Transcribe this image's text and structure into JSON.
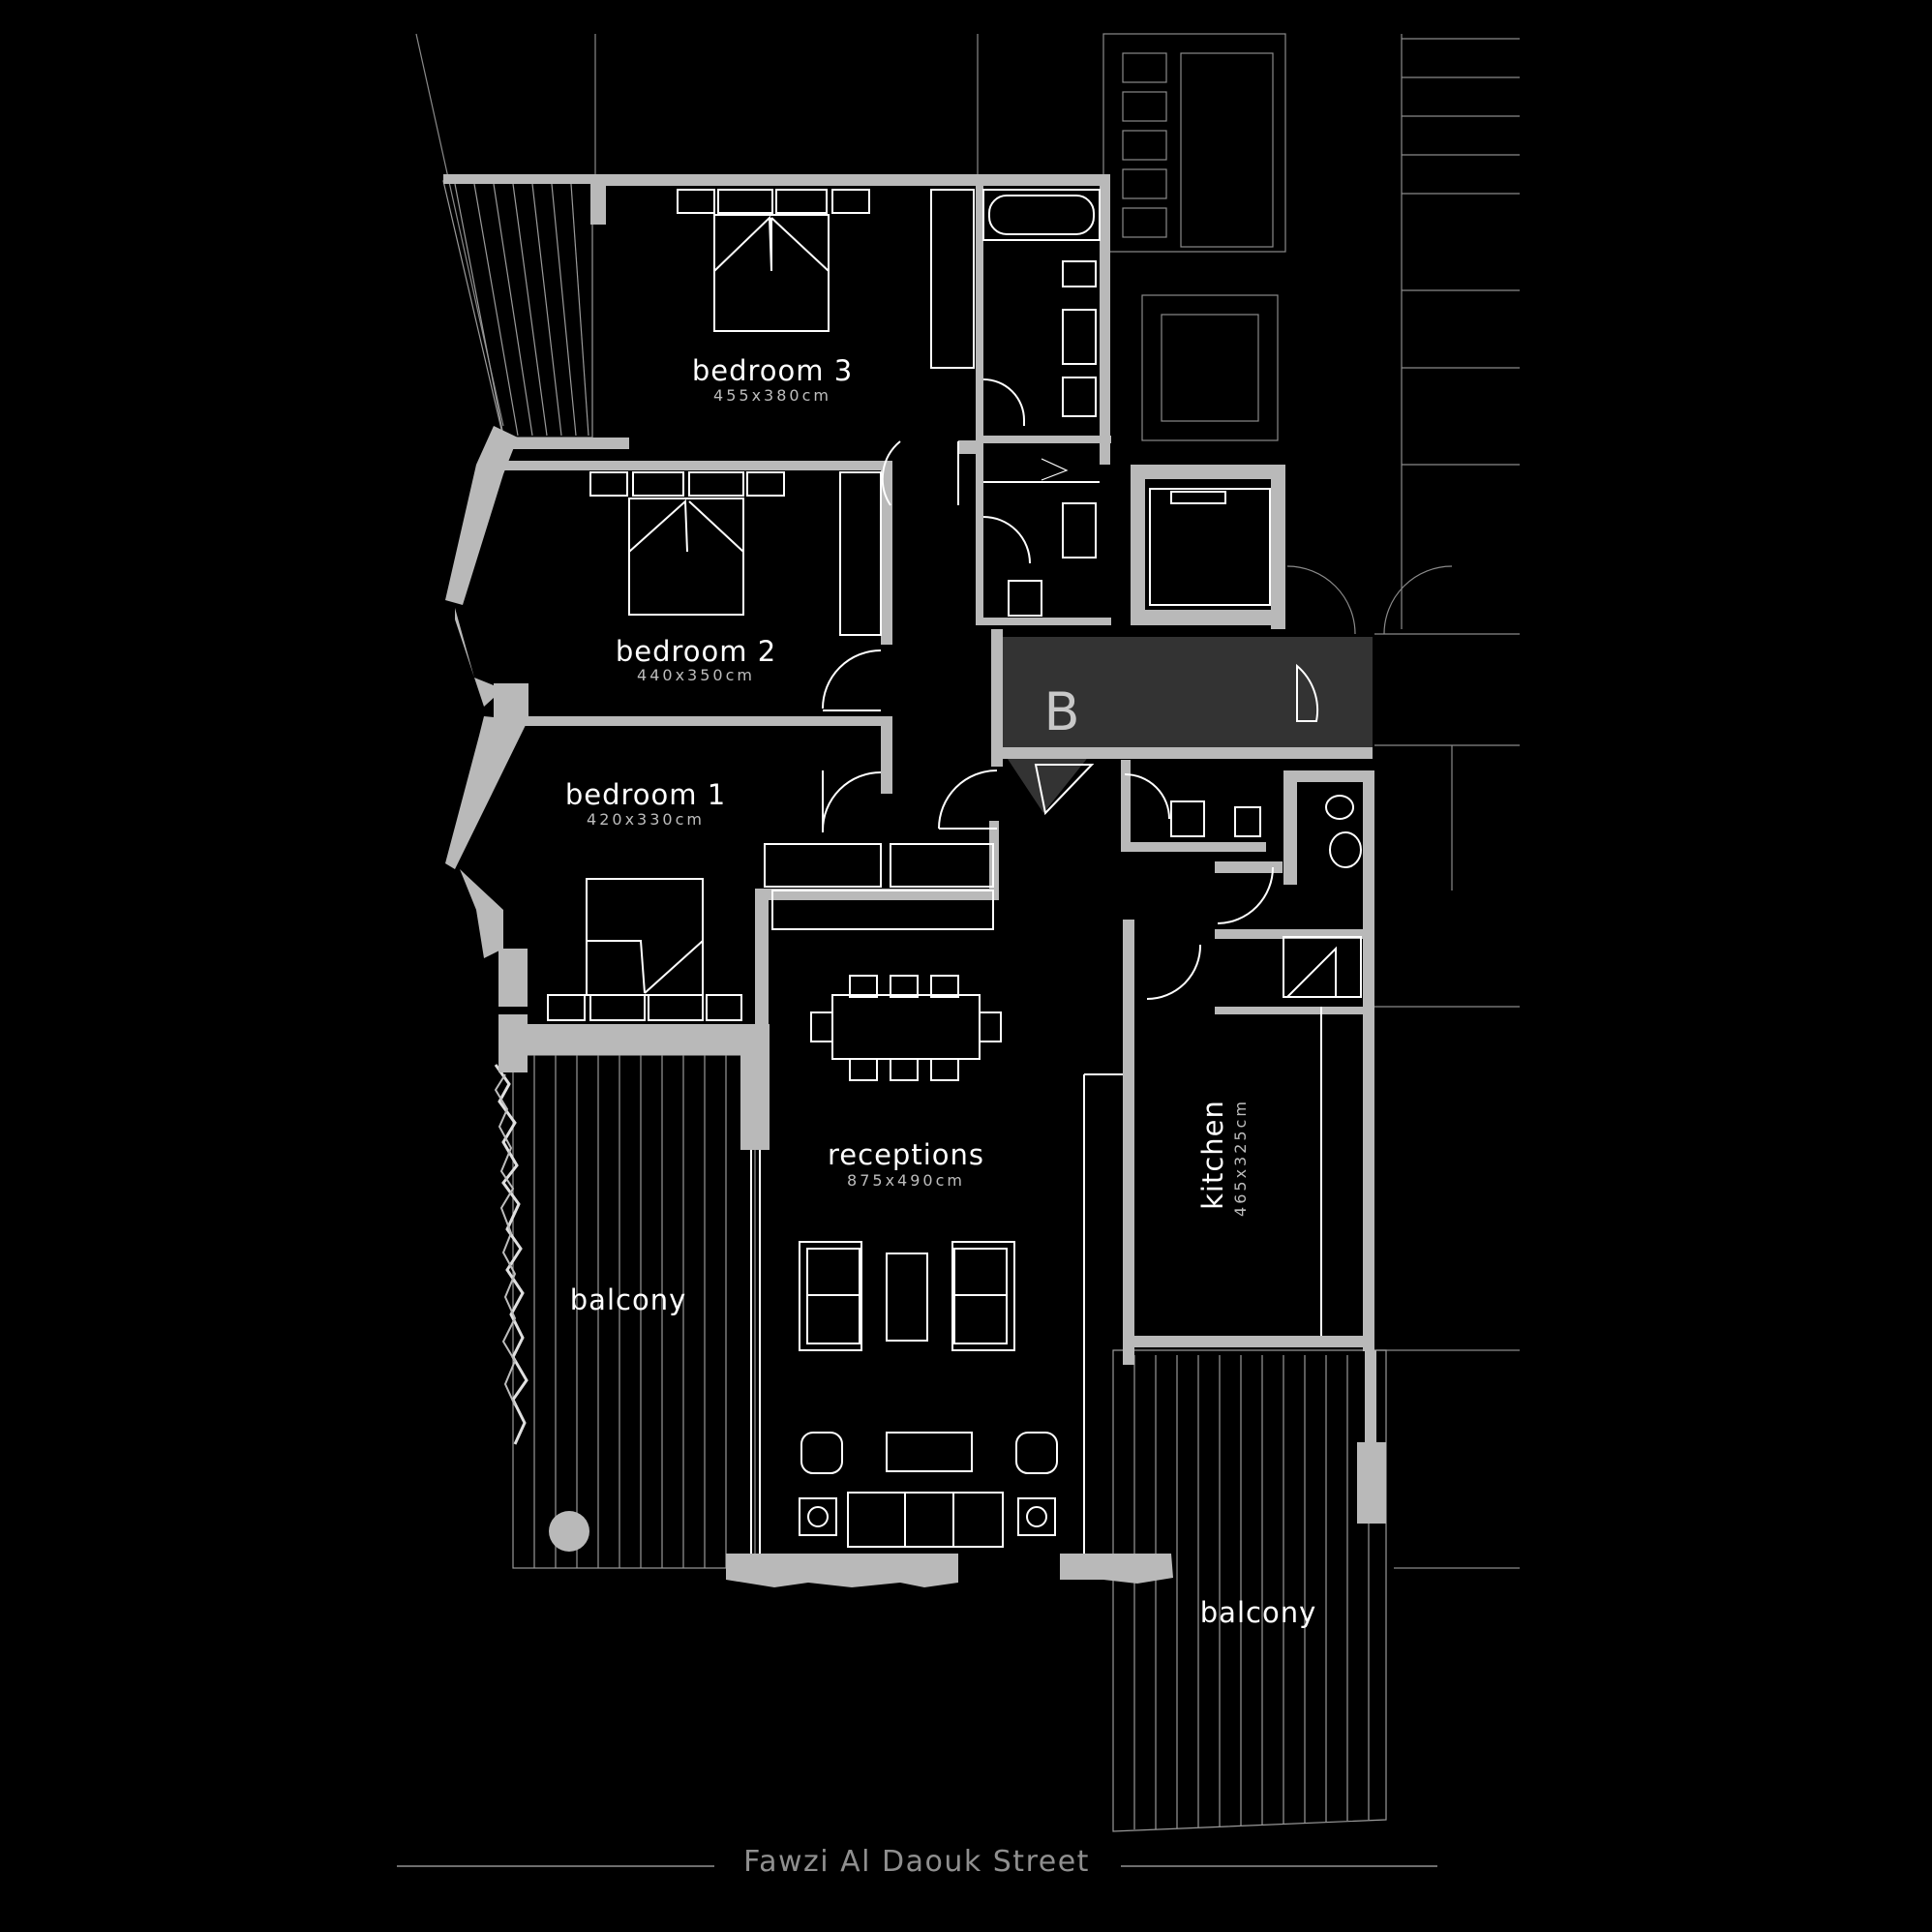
{
  "rooms": {
    "bedroom3": {
      "name": "bedroom 3",
      "size": "455x380cm"
    },
    "bedroom2": {
      "name": "bedroom 2",
      "size": "440x350cm"
    },
    "bedroom1": {
      "name": "bedroom 1",
      "size": "420x330cm"
    },
    "receptions": {
      "name": "receptions",
      "size": "875x490cm"
    },
    "kitchen": {
      "name": "kitchen",
      "size": "465x325cm"
    },
    "balcony_west": {
      "name": "balcony"
    },
    "balcony_south": {
      "name": "balcony"
    }
  },
  "core": {
    "label": "B"
  },
  "street": {
    "name": "Fawzi Al Daouk Street"
  },
  "colors": {
    "background": "#000000",
    "wall": "#b9b9b9",
    "lines": "#ffffff",
    "stair_core": "#333333"
  }
}
